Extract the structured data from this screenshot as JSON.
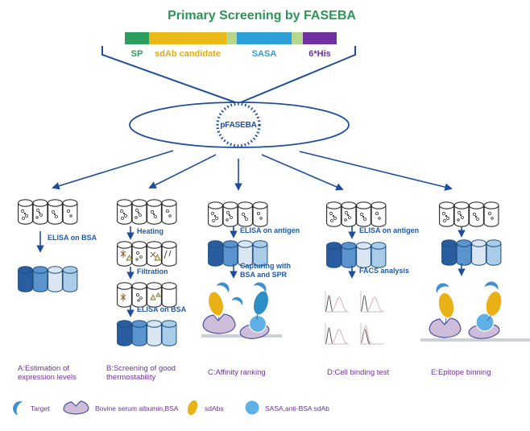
{
  "title": {
    "text": "Primary Screening by FASEBA",
    "color": "#2e9457"
  },
  "construct": {
    "segments": [
      {
        "label": "SP",
        "color": "#2a9d5f"
      },
      {
        "label": "sdAb candidate",
        "color": "#eab817"
      },
      {
        "label": "SASA",
        "color": "#2d9fd8"
      },
      {
        "label": "6*His",
        "color": "#7030a0"
      }
    ],
    "linker_color": "#b5d88d"
  },
  "plasmid": {
    "label": "pFASEBA"
  },
  "branches": [
    {
      "id": "A",
      "steps": [
        "ELISA on BSA"
      ],
      "result": "A:Estimation of expression levels"
    },
    {
      "id": "B",
      "steps": [
        "Heating",
        "Filtration",
        "ELISA on BSA"
      ],
      "result": "B:Screening of good thermostability"
    },
    {
      "id": "C",
      "steps": [
        "ELISA on antigen",
        "Capturing with BSA and SPR"
      ],
      "result": "C:Affinity ranking"
    },
    {
      "id": "D",
      "steps": [
        "ELISA on antigen",
        "FACS analysis"
      ],
      "result": "D:Cell binding test"
    },
    {
      "id": "E",
      "steps": [],
      "result": "E:Epitope binning"
    }
  ],
  "legend": {
    "items": [
      {
        "icon": "target-crescent-icon",
        "label": "Target"
      },
      {
        "icon": "bsa-blob-icon",
        "label": "Bovine serum albumin,BSA"
      },
      {
        "icon": "sdab-ellipse-icon",
        "label": "sdAbs"
      },
      {
        "icon": "sasa-circle-icon",
        "label": "SASA,anti-BSA sdAb"
      }
    ]
  },
  "colors": {
    "diagram_blue": "#1d4e9e",
    "step_text_blue": "#1e5aaa",
    "label_purple": "#7030a0",
    "title_green": "#2e9457",
    "tube_shades": [
      "#2a5d9f",
      "#5b93ce",
      "#dae7f3",
      "#a9cce9"
    ],
    "sdab_yellow": "#e9b115",
    "bsa_mauve": "#cfbbda",
    "target_blue": "#3f8fd2",
    "sasa_blue": "#5fb0e6"
  }
}
